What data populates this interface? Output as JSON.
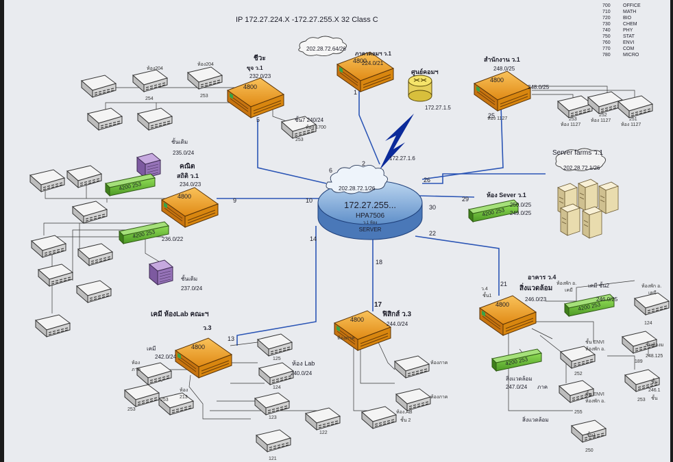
{
  "title": "IP 172.27.224.X -172.27.255.X 32 Class C",
  "legend": [
    {
      "code": "700",
      "dept": "OFFICE"
    },
    {
      "code": "710",
      "dept": "MATH"
    },
    {
      "code": "720",
      "dept": "BIO"
    },
    {
      "code": "730",
      "dept": "CHEM"
    },
    {
      "code": "740",
      "dept": "PHY"
    },
    {
      "code": "750",
      "dept": "STAT"
    },
    {
      "code": "760",
      "dept": "ENVI"
    },
    {
      "code": "770",
      "dept": "COM"
    },
    {
      "code": "780",
      "dept": "MICRO"
    }
  ],
  "core": {
    "cloud": "202.28.72.1/26",
    "ip": "172.27.255...",
    "model": "HPA7506",
    "sub": "ว.1 ห้อง",
    "role": "SERVER"
  },
  "router": {
    "name": "ศูนย์คอมฯ",
    "ip_a": "172.27.1.5",
    "ip_b": "172.27.1.6"
  },
  "switch_label": "4800",
  "green_label": "4200 253",
  "bio": {
    "title": "ชีวะ",
    "sub": "ขุจ ว.1",
    "net": "232.0/23",
    "floor7": "ชั้น7 240/24",
    "room": "ห้อง 1700",
    "n253": "253",
    "floor_new": "ชั้นเดิม",
    "floor_net": "235.0/24",
    "p204a": "ห้อง204",
    "p204b": "ห้อง204",
    "n254": "254",
    "n253b": "253"
  },
  "com": {
    "cloud": "202.28.72.64/26",
    "title": "ภาควคอมฯ ว.1",
    "net": "224.0/21"
  },
  "office": {
    "title": "สำนักงาน ว.1",
    "net": "248.0/25",
    "net2": "248.0/25",
    "p1": "253",
    "p2": "252",
    "p3": "251",
    "r1": "ห้อง 1127",
    "r2": "ห้อง 1127",
    "r3": "ห้อง 1127",
    "r4": "ห้อง 1127"
  },
  "math": {
    "title": "คณิต",
    "sub": "สถิติ ว.1",
    "net": "234.0/23",
    "net2": "236.0/22",
    "floor_new": "ชั้นเดิม",
    "floor_net": "237.0/24"
  },
  "server": {
    "title": "Server farms ว.1",
    "cloud": "202.28.72.1/26",
    "room": "ห้อง Sever ว.1",
    "net1": "250.0/25",
    "net2": "249.0/25"
  },
  "chem": {
    "title": "เคมี ห้องLab คณะฯ",
    "sub": "ว.3",
    "chem": "เคมี",
    "net": "242.0/24",
    "lab": "ห้อง Lab",
    "lab_net": "240.0/24",
    "r1": "ห้อง",
    "r2": "ภาค",
    "r3": "ห้อง",
    "r4": "213",
    "p125": "125",
    "p124": "124",
    "p123": "123",
    "p122": "122",
    "p253": "253",
    "p252": "253",
    "p121": "121"
  },
  "phy": {
    "title": "ฟิสิกส์ ว.3",
    "net": "244.0/24",
    "r1": "ห้องภาค",
    "r2": "ห้องภาค",
    "r3": "ห้องภาค",
    "r4": "ห้อง.AB",
    "r5": "ชั้น 2"
  },
  "env": {
    "title": "อาคาร ว.4",
    "sub": "สิ่งแวดล้อม",
    "net": "246.0/23",
    "chem2": "เคมี ชั้น2",
    "net2": "246.0/25",
    "env2": "สิ่งแวดล้อม",
    "env_net": "247.0/24",
    "dept": "ภาค",
    "env3": "สิ่งแวดล้อม",
    "floor1": "ชั้น1",
    "floor": "ชั้น ENVI",
    "room": "ห้องพัก อ.",
    "p124": "124",
    "p252": "252",
    "p253": "253",
    "p255": "255",
    "p250": "250",
    "p189": "189",
    "right1": "ชั้นห้องม",
    "right2": "248.125",
    "right3": "ชั้น",
    "right4": "246.1",
    "right5": "ชั้น",
    "room_b": "ห้องพัก อ.",
    "chem_b": "เคมี",
    "room_c": "ห้องพัก อ.",
    "chem_c": "เคมี",
    "v4": "ว.4",
    "v4b": "ชั้น1"
  },
  "links": {
    "l1": "1",
    "l2": "2",
    "l5": "5",
    "l6": "6",
    "l9": "9",
    "l10": "10",
    "l13": "13",
    "l14": "14",
    "l17": "17",
    "l18": "18",
    "l21": "21",
    "l22": "22",
    "l25": "25",
    "l26": "26",
    "l29": "29",
    "l30": "30"
  },
  "colors": {
    "switch": "#f0a22a",
    "switch_dark": "#b76b10",
    "green": "#6fc13a",
    "purple": "#9a7ab8",
    "line": "#2b55b5",
    "core": "#7aa6d8"
  }
}
